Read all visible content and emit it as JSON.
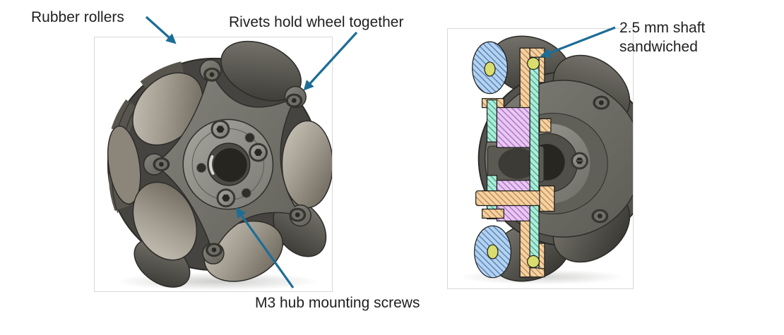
{
  "annotations": [
    {
      "id": "rubber-rollers",
      "text": "Rubber rollers"
    },
    {
      "id": "rivets",
      "text": "Rivets hold wheel together"
    },
    {
      "id": "shaft",
      "text": "2.5 mm shaft sandwiched"
    },
    {
      "id": "m3-screws",
      "text": "M3 hub mounting screws"
    }
  ],
  "colors": {
    "leader_arrow": "#1d6d96",
    "text": "#1f1f1f",
    "figure_border": "#d8d8d8",
    "background": "#ffffff",
    "section_roller_blue": "#b4d3f2",
    "section_plate_teal": "#aaeeda",
    "section_hub_purple": "#eac7f5",
    "section_screw_orange": "#f6d2a2",
    "section_shaft_yellow": "#d9dd6e",
    "wheel_gray_dark": "#53524c",
    "wheel_gray_plate": "#74736c",
    "wheel_gray_roller": "#a29c90"
  }
}
